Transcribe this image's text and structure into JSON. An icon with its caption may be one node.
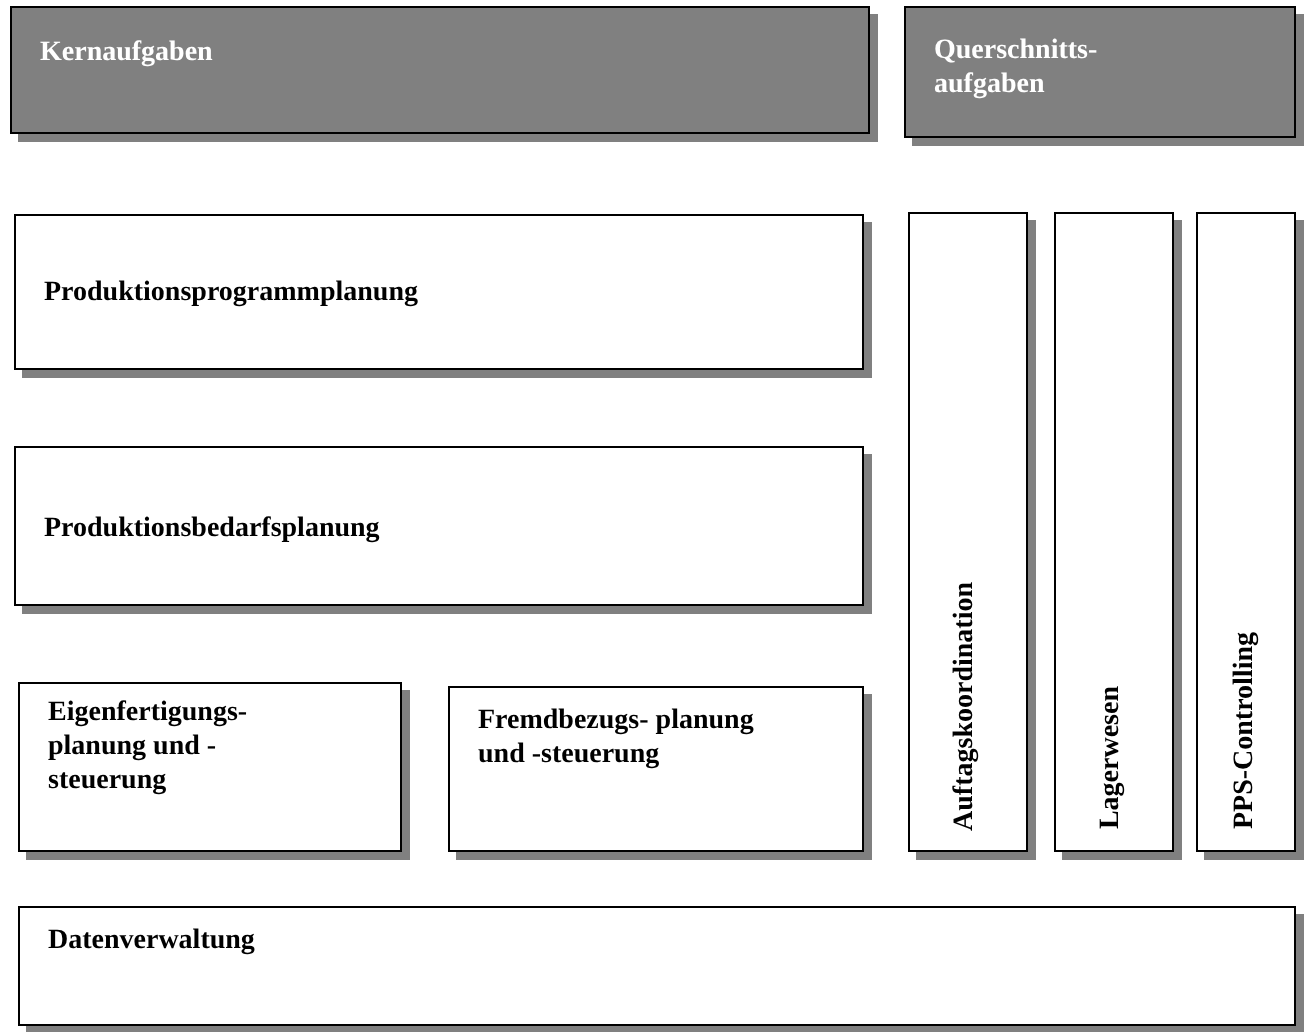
{
  "diagram": {
    "nodes": [
      {
        "text": [
          "Kernaufgaben"
        ]
      },
      {
        "text": [
          "Querschnitts- aufgaben"
        ]
      },
      {
        "text": [
          "Produktionsprogrammplanung"
        ]
      },
      {
        "text": [
          "Produktionsbedarfsplanung"
        ]
      },
      {
        "text": [
          "Eigenfertigungs- planung und -steuerung"
        ]
      },
      {
        "text": [
          "Fremdbezugs- planung und -steuerung"
        ]
      },
      {
        "text": [
          "Auftagskoordination"
        ]
      },
      {
        "text": [
          "Lagerwesen"
        ]
      },
      {
        "text": [
          "PPS-Controlling"
        ]
      },
      {
        "text": [
          "Datenverwaltung"
        ]
      }
    ]
  }
}
